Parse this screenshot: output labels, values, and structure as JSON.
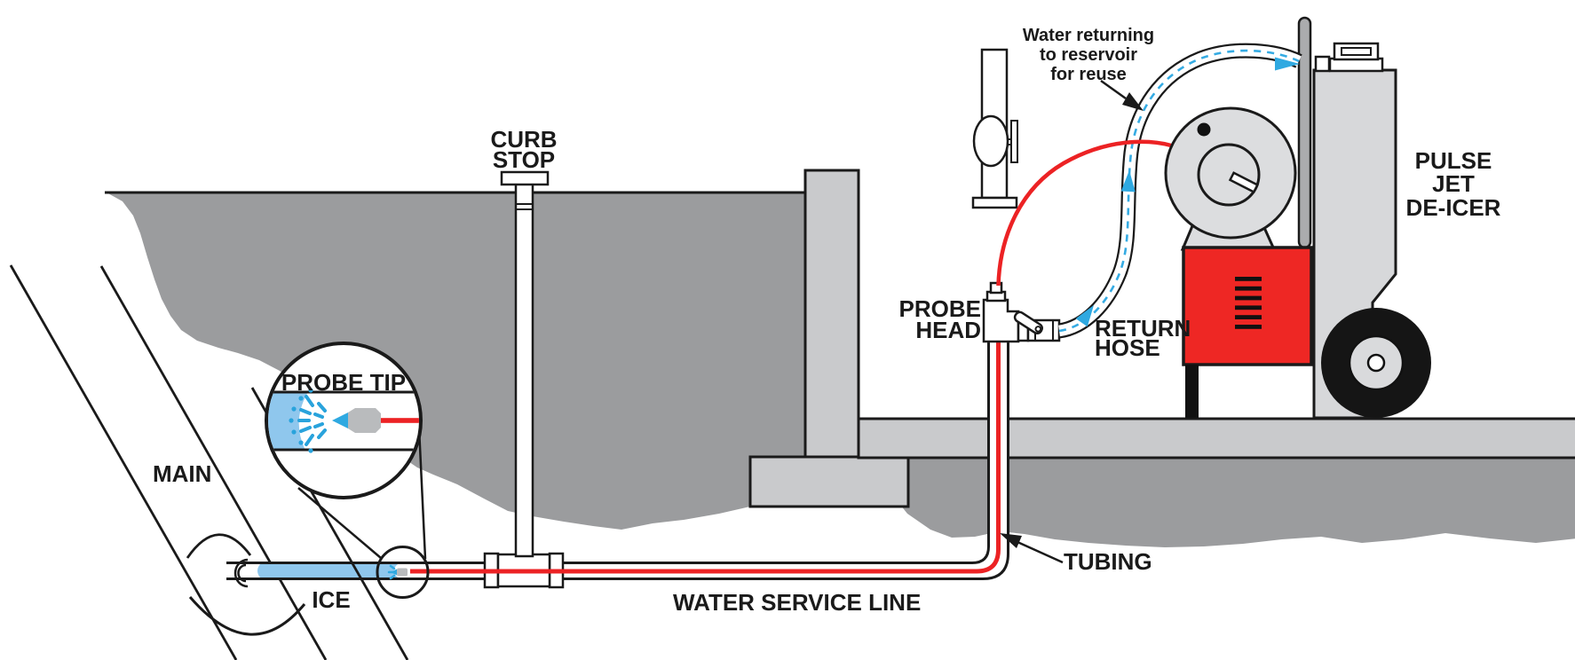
{
  "title": "Pulse Jet De-Icer — frozen water service line thawing diagram",
  "labels": {
    "main": "MAIN",
    "ice": "ICE",
    "curb_stop_line1": "CURB",
    "curb_stop_line2": "STOP",
    "water_service_line": "WATER SERVICE LINE",
    "probe_tip": "PROBE TIP",
    "probe_head_line1": "PROBE",
    "probe_head_line2": "HEAD",
    "return_hose_line1": "RETURN",
    "return_hose_line2": "HOSE",
    "tubing": "TUBING",
    "pulse_jet_line1": "PULSE",
    "pulse_jet_line2": "JET",
    "pulse_jet_line3": "DE-ICER",
    "annotation_line1": "Water returning",
    "annotation_line2": "to reservoir",
    "annotation_line3": "for reuse"
  },
  "colors": {
    "soil": "#9B9C9E",
    "concrete": "#C9CACC",
    "machine_gray": "#DCDDDF",
    "tank_gray": "#D7D8DA",
    "handle_gray": "#ABACAE",
    "tubing_red": "#EC2224",
    "engine_red": "#EE2724",
    "ice_blue": "#8FC7ED",
    "flow_blue": "#2FA9E1",
    "outline_black": "#1A1A1A"
  }
}
